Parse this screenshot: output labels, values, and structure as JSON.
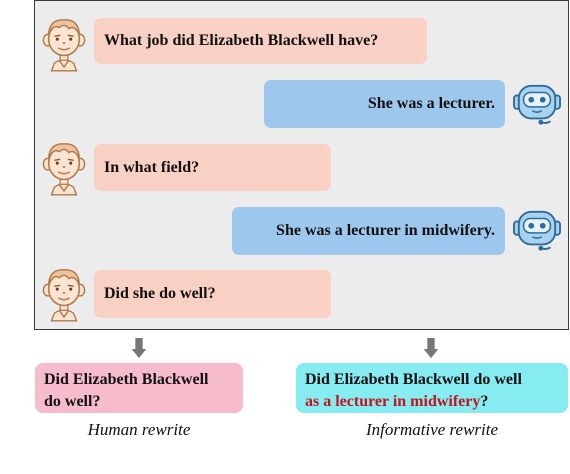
{
  "dialogue": [
    {
      "speaker": "human",
      "text": "What job did Elizabeth Blackwell have?"
    },
    {
      "speaker": "bot",
      "text": "She was a lecturer."
    },
    {
      "speaker": "human",
      "text": "In what field?"
    },
    {
      "speaker": "bot",
      "text": "She was a lecturer in midwifery."
    },
    {
      "speaker": "human",
      "text": "Did she do well?"
    }
  ],
  "rewrites": {
    "human": {
      "line1": "Did Elizabeth Blackwell",
      "line2": "do well?",
      "caption": "Human rewrite"
    },
    "informative": {
      "line1": "Did Elizabeth Blackwell do well",
      "highlight": "as a lecturer in midwifery",
      "suffix": "?",
      "caption": "Informative rewrite"
    }
  },
  "icons": {
    "human_avatar": "boy-face-icon",
    "bot_avatar": "robot-headset-icon",
    "arrow": "arrow-down-icon"
  },
  "colors": {
    "human_bubble": "#f8d0c4",
    "bot_bubble": "#9ec7ee",
    "human_rewrite": "#f6bccb",
    "informative_rewrite": "#86ecf1",
    "highlight": "#c0141b"
  }
}
